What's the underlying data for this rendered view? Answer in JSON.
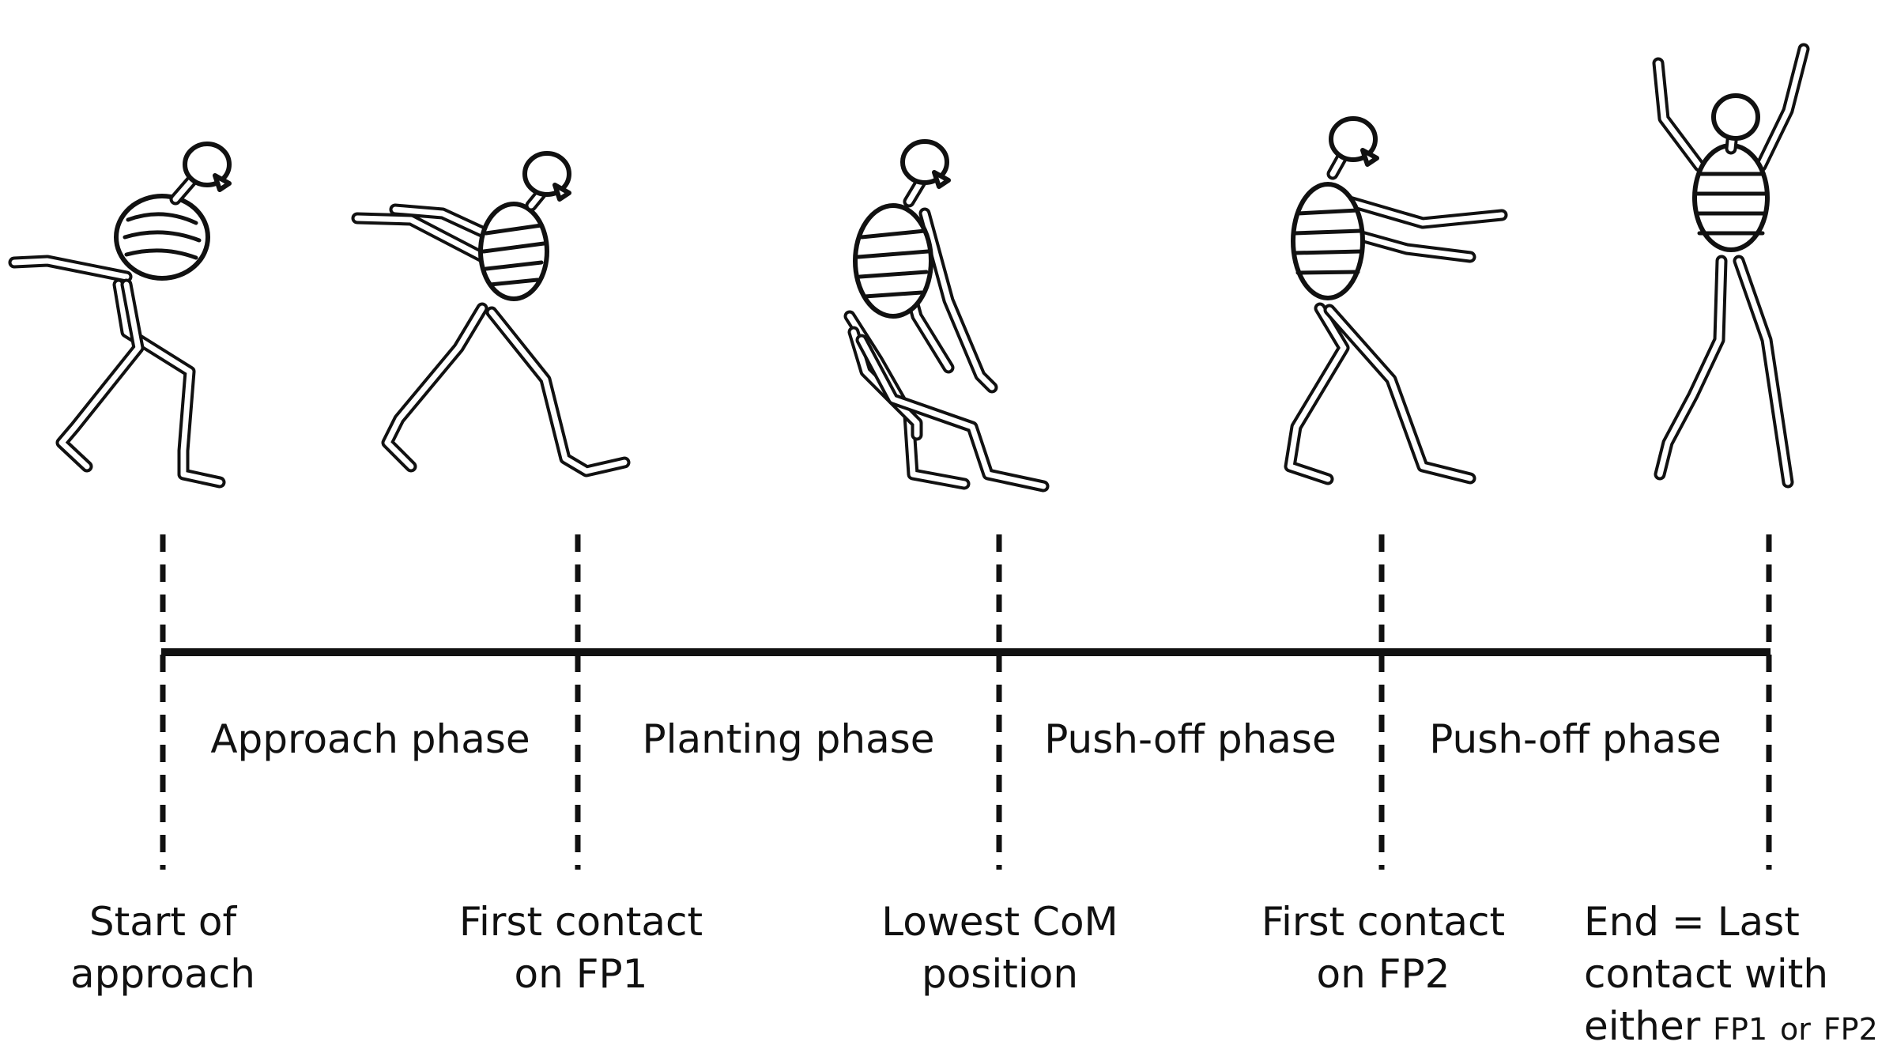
{
  "phases": [
    "Approach phase",
    "Planting phase",
    "Push-off phase",
    "Push-off phase"
  ],
  "events": {
    "start": [
      "Start of",
      "approach"
    ],
    "fp1": [
      "First contact",
      "on FP1"
    ],
    "com": [
      "Lowest CoM",
      "position"
    ],
    "fp2": [
      "First contact",
      "on FP2"
    ],
    "end": {
      "line1": "End = Last",
      "line2": "contact with",
      "line3_main": "either",
      "line3_fp1": "FP1",
      "line3_or": "or",
      "line3_fp2": "FP2"
    }
  },
  "icons": [
    "skeleton-approach-icon",
    "skeleton-fp1-contact-icon",
    "skeleton-squat-icon",
    "skeleton-pushoff-icon",
    "skeleton-jump-icon"
  ],
  "colors": {
    "ink": "#111111",
    "background": "#ffffff"
  }
}
